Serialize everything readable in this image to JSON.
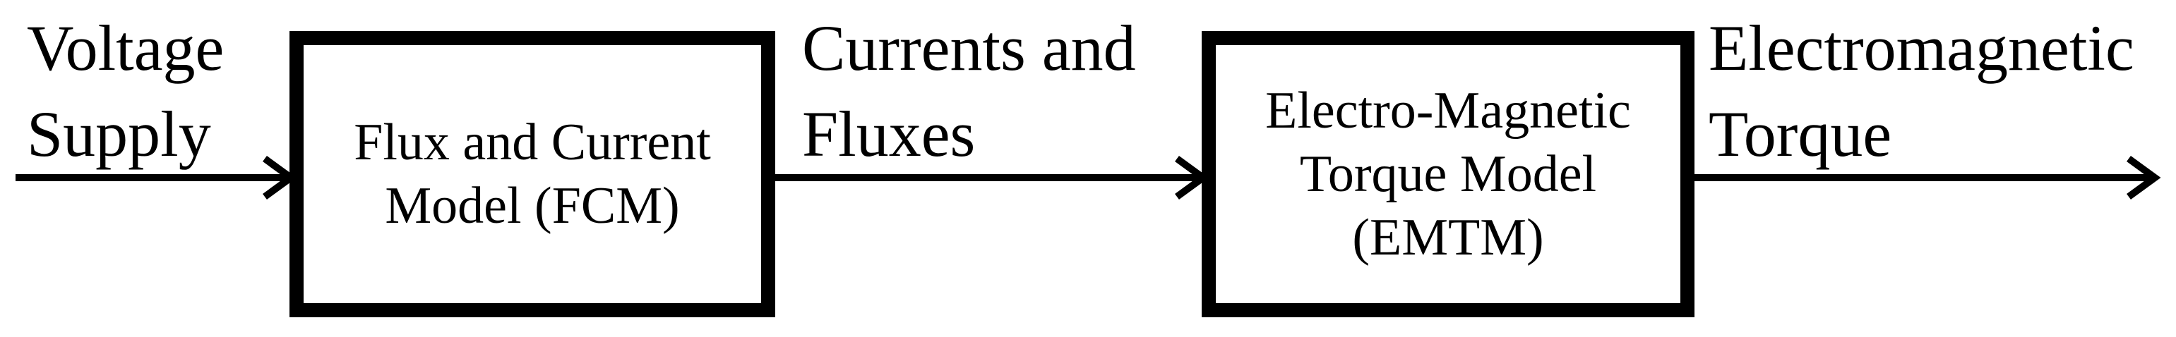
{
  "colors": {
    "stroke": "#000000",
    "background": "#ffffff"
  },
  "signals": {
    "input": [
      "Voltage",
      "Supply"
    ],
    "middle": [
      "Currents and",
      "Fluxes"
    ],
    "output": [
      "Electromagnetic",
      "Torque"
    ]
  },
  "blocks": {
    "fcm": [
      "Flux and Current",
      "Model (FCM)"
    ],
    "emtm": [
      "Electro-Magnetic",
      "Torque Model",
      "(EMTM)"
    ]
  }
}
